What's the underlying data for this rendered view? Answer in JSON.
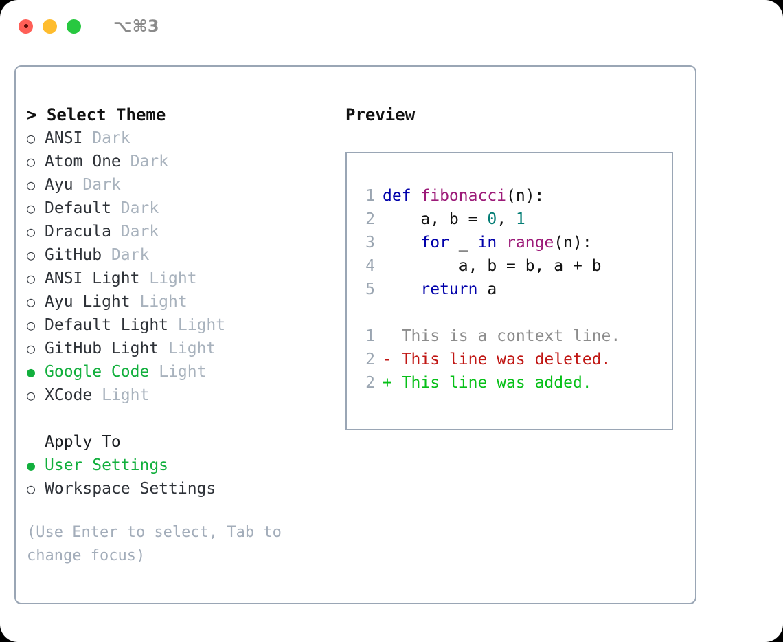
{
  "titlebar": {
    "shortcut": "⌥⌘3",
    "buttons": [
      {
        "name": "close",
        "color": "#ff5f57"
      },
      {
        "name": "minimize",
        "color": "#febc2e"
      },
      {
        "name": "maximize",
        "color": "#28c840"
      }
    ]
  },
  "colors": {
    "selected_green": "#12af3d",
    "panel_border": "#9aa6b5",
    "tag_gray": "#a8b2bd",
    "hint_gray": "#a3adba",
    "keyword_blue": "#0000aa",
    "function_magenta": "#9c1a78",
    "number_teal": "#047d75",
    "diff_deleted_red": "#c01613",
    "diff_added_green": "#07c018",
    "line_number_gray": "#9aa5b1"
  },
  "theme_picker": {
    "title": "> Select Theme",
    "markers": {
      "selected": "●",
      "unselected": "○"
    },
    "options": [
      {
        "label": "ANSI",
        "tag": "Dark",
        "selected": false
      },
      {
        "label": "Atom One",
        "tag": "Dark",
        "selected": false
      },
      {
        "label": "Ayu",
        "tag": "Dark",
        "selected": false
      },
      {
        "label": "Default",
        "tag": "Dark",
        "selected": false
      },
      {
        "label": "Dracula",
        "tag": "Dark",
        "selected": false
      },
      {
        "label": "GitHub",
        "tag": "Dark",
        "selected": false
      },
      {
        "label": "ANSI Light",
        "tag": "Light",
        "selected": false
      },
      {
        "label": "Ayu Light",
        "tag": "Light",
        "selected": false
      },
      {
        "label": "Default Light",
        "tag": "Light",
        "selected": false
      },
      {
        "label": "GitHub Light",
        "tag": "Light",
        "selected": false
      },
      {
        "label": "Google Code",
        "tag": "Light",
        "selected": true
      },
      {
        "label": "XCode",
        "tag": "Light",
        "selected": false
      }
    ]
  },
  "apply_to": {
    "title": "Apply To",
    "options": [
      {
        "label": "User Settings",
        "selected": true
      },
      {
        "label": "Workspace Settings",
        "selected": false
      }
    ]
  },
  "hint": "(Use Enter to select, Tab to change focus)",
  "preview": {
    "title": "Preview",
    "code_lines": [
      {
        "num": "1",
        "tokens": [
          {
            "text": "def ",
            "cls": "t-kw"
          },
          {
            "text": "fibonacci",
            "cls": "t-fn"
          },
          {
            "text": "(n):",
            "cls": "t-plain"
          }
        ]
      },
      {
        "num": "2",
        "tokens": [
          {
            "text": "    a, b = ",
            "cls": "t-plain"
          },
          {
            "text": "0",
            "cls": "t-num"
          },
          {
            "text": ", ",
            "cls": "t-plain"
          },
          {
            "text": "1",
            "cls": "t-num"
          }
        ]
      },
      {
        "num": "3",
        "tokens": [
          {
            "text": "    ",
            "cls": "t-plain"
          },
          {
            "text": "for",
            "cls": "t-kw"
          },
          {
            "text": " _ ",
            "cls": "t-plain"
          },
          {
            "text": "in",
            "cls": "t-kw"
          },
          {
            "text": " ",
            "cls": "t-plain"
          },
          {
            "text": "range",
            "cls": "t-fn"
          },
          {
            "text": "(n):",
            "cls": "t-plain"
          }
        ]
      },
      {
        "num": "4",
        "tokens": [
          {
            "text": "        a, b = b, a + b",
            "cls": "t-plain"
          }
        ]
      },
      {
        "num": "5",
        "tokens": [
          {
            "text": "    ",
            "cls": "t-plain"
          },
          {
            "text": "return",
            "cls": "t-kw"
          },
          {
            "text": " a",
            "cls": "t-plain"
          }
        ]
      }
    ],
    "diff_lines": [
      {
        "num": "1",
        "marker": "  ",
        "text": "This is a context line.",
        "cls": "t-ctx",
        "kind": "context"
      },
      {
        "num": "2",
        "marker": "- ",
        "text": "This line was deleted.",
        "cls": "t-del",
        "kind": "deleted"
      },
      {
        "num": "2",
        "marker": "+ ",
        "text": "This line was added.",
        "cls": "t-add",
        "kind": "added"
      }
    ]
  }
}
